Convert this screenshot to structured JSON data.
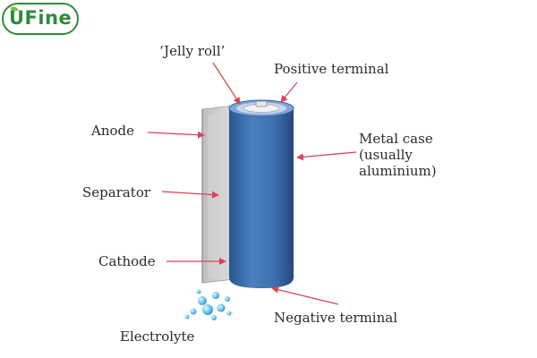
{
  "logo": {
    "text": "UFine"
  },
  "labels": {
    "jelly_roll": "‘Jelly roll’",
    "positive_terminal": "Positive terminal",
    "anode": "Anode",
    "metal_case_line1": "Metal case",
    "metal_case_line2": "(usually",
    "metal_case_line3": "aluminium)",
    "separator": "Separator",
    "cathode": "Cathode",
    "negative_terminal": "Negative terminal",
    "electrolyte": "Electrolyte"
  },
  "colors": {
    "arrow": "#d9455a",
    "case_blue": "#3f73b5",
    "case_blue_dark": "#2d5a96",
    "case_top": "#7ea6d8",
    "anode_sheet": "#c9c9c9",
    "separator_sheet": "#e6e6e6",
    "bubble": "#5ab6e6",
    "logo_green": "#2e8b3a"
  }
}
